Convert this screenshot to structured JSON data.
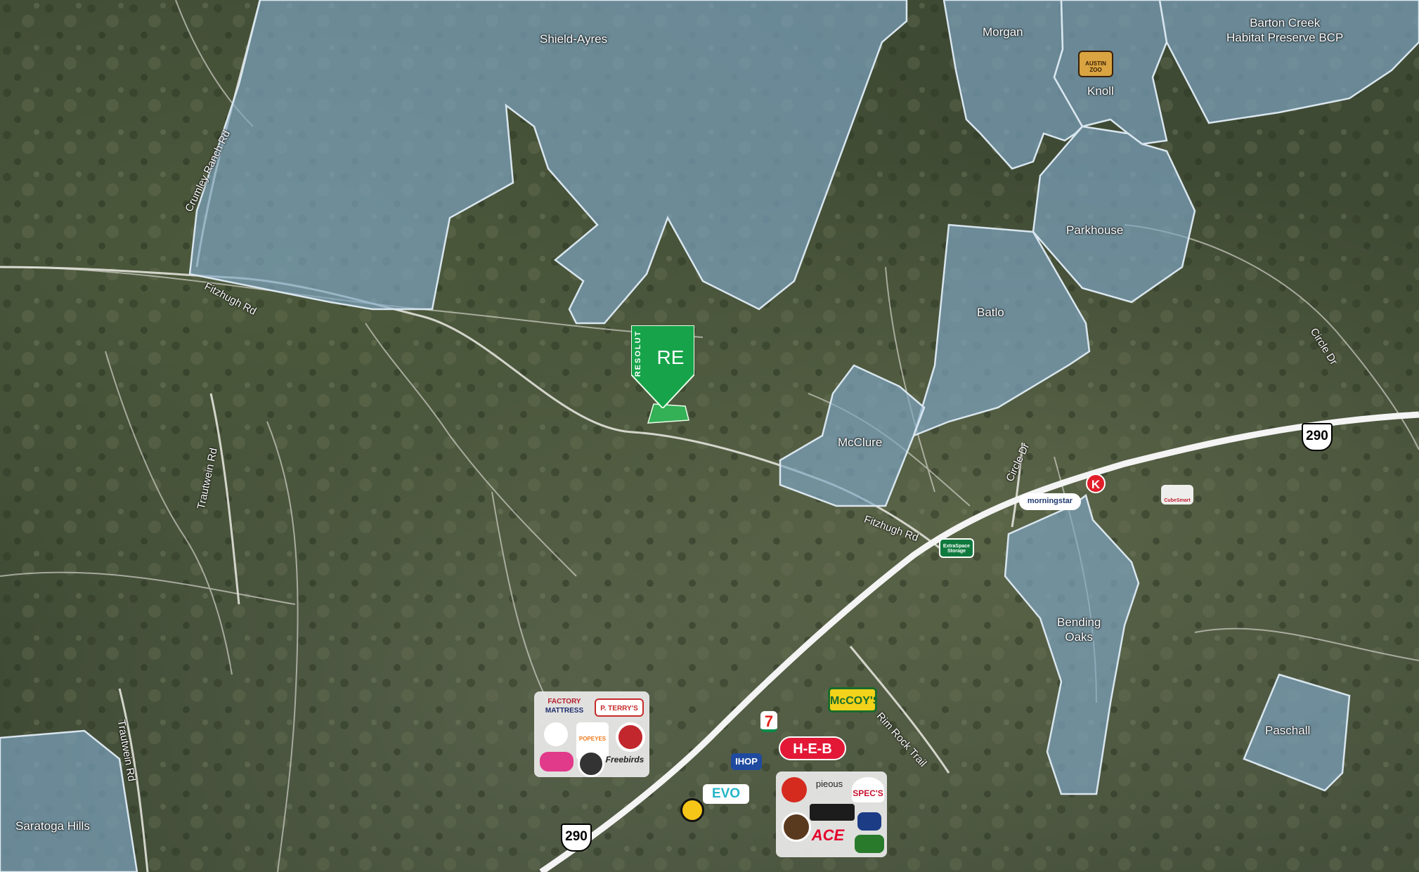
{
  "colors": {
    "parcel_fill": "#7fa6c4",
    "parcel_stroke": "#d9e6ef",
    "road_line": "#dcdcdc",
    "highway": "#f4f4f4",
    "pin": "#17a34a",
    "site": "#2fbf5b"
  },
  "parcels": [
    {
      "id": "shield-ayres",
      "label": "Shield-Ayres"
    },
    {
      "id": "morgan",
      "label": "Morgan"
    },
    {
      "id": "knoll",
      "label": "Knoll"
    },
    {
      "id": "barton-creek",
      "label": "Barton Creek\nHabitat Preserve BCP"
    },
    {
      "id": "parkhouse",
      "label": "Parkhouse"
    },
    {
      "id": "batlo",
      "label": "Batlo"
    },
    {
      "id": "mcclure",
      "label": "McClure"
    },
    {
      "id": "bending-oaks",
      "label": "Bending\nOaks"
    },
    {
      "id": "paschall",
      "label": "Paschall"
    },
    {
      "id": "saratoga-hills",
      "label": "Saratoga Hills"
    }
  ],
  "roads": {
    "crumley_ranch": "Crumley Ranch Rd",
    "fitzhugh_west": "Fitzhugh Rd",
    "fitzhugh_east": "Fitzhugh Rd",
    "trautwein_north": "Trautwein Rd",
    "trautwein_south": "Trautwein Rd",
    "circle_dr_center": "Circle Dr",
    "circle_dr_east": "Circle Dr",
    "rim_rock": "Rim Rock Trail"
  },
  "highway_shields": [
    {
      "id": "us290-east",
      "number": "290"
    },
    {
      "id": "us290-south",
      "number": "290"
    }
  ],
  "pin": {
    "brand": "RESOLUT",
    "mark": "RE"
  },
  "logos": {
    "factory_mattress": [
      "FACTORY",
      "MATTRESS"
    ],
    "terrys": "P. TERRY'S",
    "popeyes": "POPEYES",
    "freebirds": "Freebirds",
    "ihop": "IHOP",
    "evo": "EVO",
    "heb": "H-E-B",
    "mccoys": "McCOY'S",
    "pieous": "pieous",
    "specs": "SPEC'S",
    "ace": "ACE",
    "seven_eleven": "7",
    "extra_space": "ExtraSpace Storage",
    "morningstar": "morningstar",
    "circle_k": "K",
    "cubesmart": "CubeSmart",
    "austin_zoo": "AUSTIN ZOO"
  }
}
